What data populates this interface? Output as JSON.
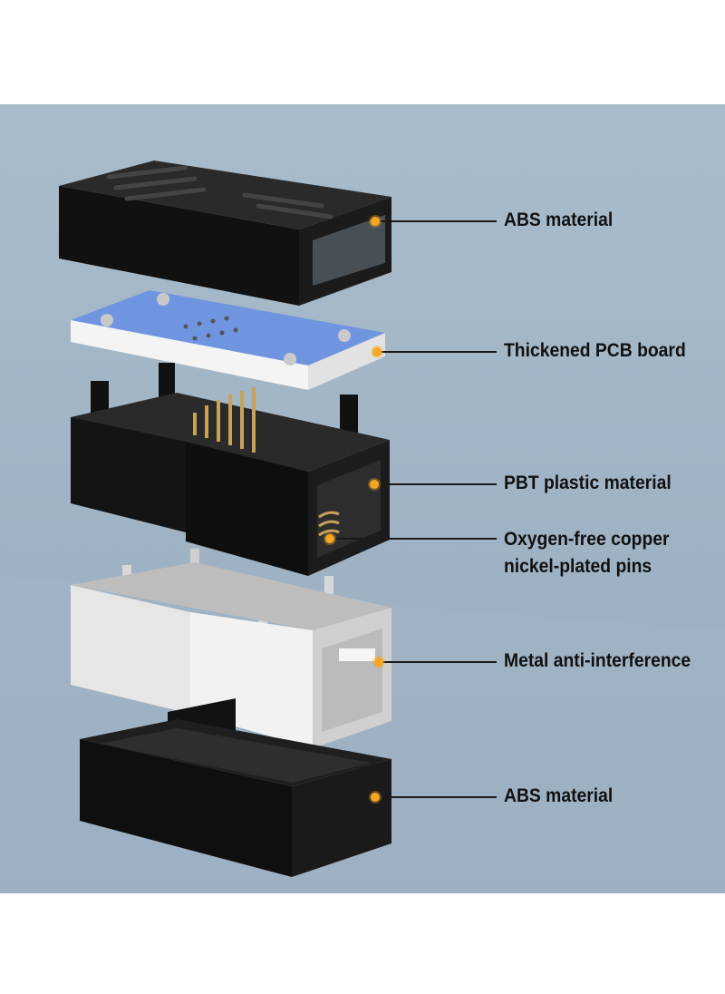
{
  "labels": {
    "abs_top": "ABS material",
    "pcb": "Thickened PCB board",
    "pbt": "PBT plastic material",
    "copper_line1": "Oxygen-free copper",
    "copper_line2": "nickel-plated pins",
    "metal": "Metal anti-interference",
    "abs_bottom": "ABS material"
  },
  "colors": {
    "background": "#9fb3c4",
    "marker": "#f5a623",
    "pcb_blue": "#6f95e0",
    "shell_black": "#141414",
    "metal_silver": "#dcdcdc"
  }
}
